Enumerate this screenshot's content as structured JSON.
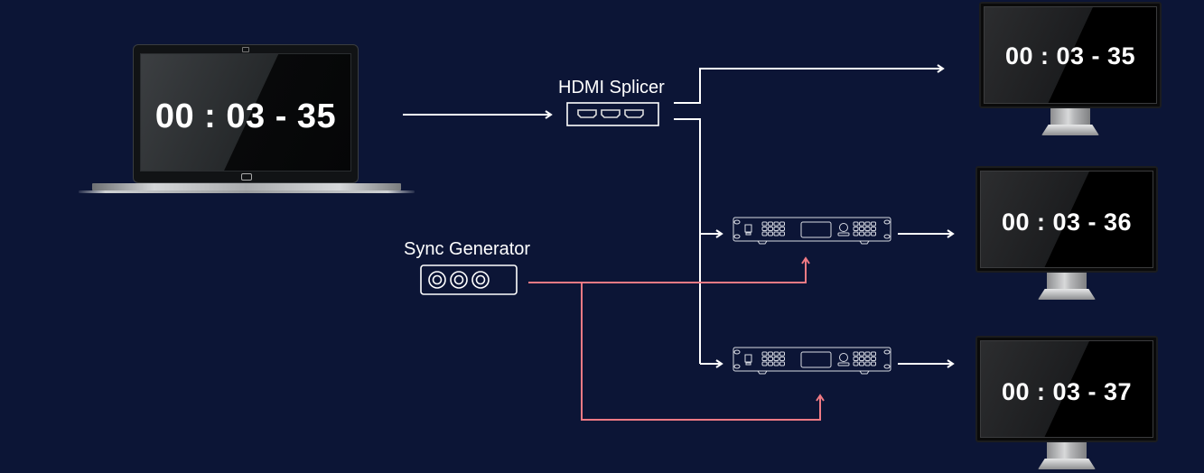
{
  "diagram": {
    "title": "Synchronized display timing diagram",
    "colors": {
      "background": "#0c1536",
      "signal_line": "#ffffff",
      "sync_line": "#f07a84"
    },
    "source": {
      "device": "laptop",
      "clock": "00 : 03 - 35"
    },
    "splicer": {
      "label": "HDMI Splicer",
      "ports": [
        "hdmi-port",
        "hdmi-port",
        "hdmi-port"
      ]
    },
    "sync_generator": {
      "label": "Sync Generator",
      "ports": [
        "bnc-port",
        "bnc-port",
        "bnc-port"
      ]
    },
    "controllers": [
      {
        "name": "video-controller-1"
      },
      {
        "name": "video-controller-2"
      }
    ],
    "displays": [
      {
        "clock": "00 : 03 - 35",
        "fed_by": "HDMI Splicer"
      },
      {
        "clock": "00 : 03 - 36",
        "fed_by": "video-controller-1"
      },
      {
        "clock": "00 : 03 - 37",
        "fed_by": "video-controller-2"
      }
    ]
  }
}
